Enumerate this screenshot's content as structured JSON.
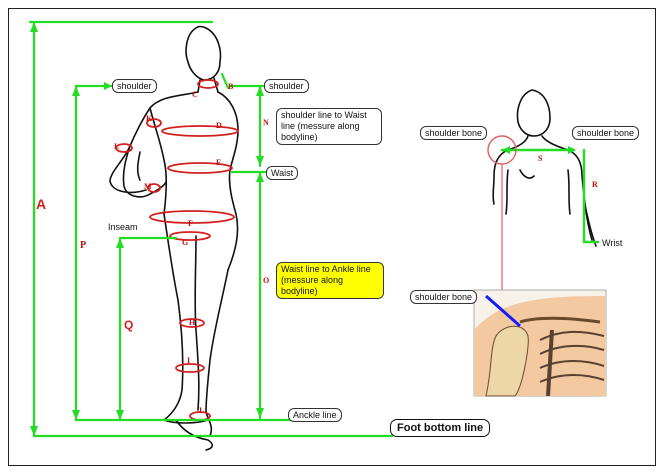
{
  "colors": {
    "measure_line": "#22dd22",
    "accent_red": "#d32020",
    "label_box_yellow": "#ffff00"
  },
  "labels": {
    "shoulder_left": "shoulder",
    "shoulder_right": "shoulder",
    "shoulder_to_waist": "shoulder line to Waist line (messure along bodyline)",
    "waist": "Waist",
    "inseam": "Inseam",
    "waist_to_ankle": "Waist line to Ankle line (messure along bodyline)",
    "ankle_line": "Anckle line",
    "foot_bottom_line": "Foot bottom line",
    "shoulder_bone_left": "shoulder bone",
    "shoulder_bone_right": "shoulder bone",
    "wrist": "Wrist",
    "shoulder_bone_skeleton": "shoulder bone"
  },
  "measure_letters": {
    "A": "A",
    "P": "P",
    "Q": "Q",
    "N": "N",
    "O": "O",
    "B": "B",
    "C": "C",
    "D": "D",
    "E": "E",
    "F": "F",
    "G": "G",
    "H": "H",
    "I": "I",
    "J": "J",
    "K": "K",
    "L": "L",
    "M": "M",
    "S": "S",
    "R": "R"
  }
}
